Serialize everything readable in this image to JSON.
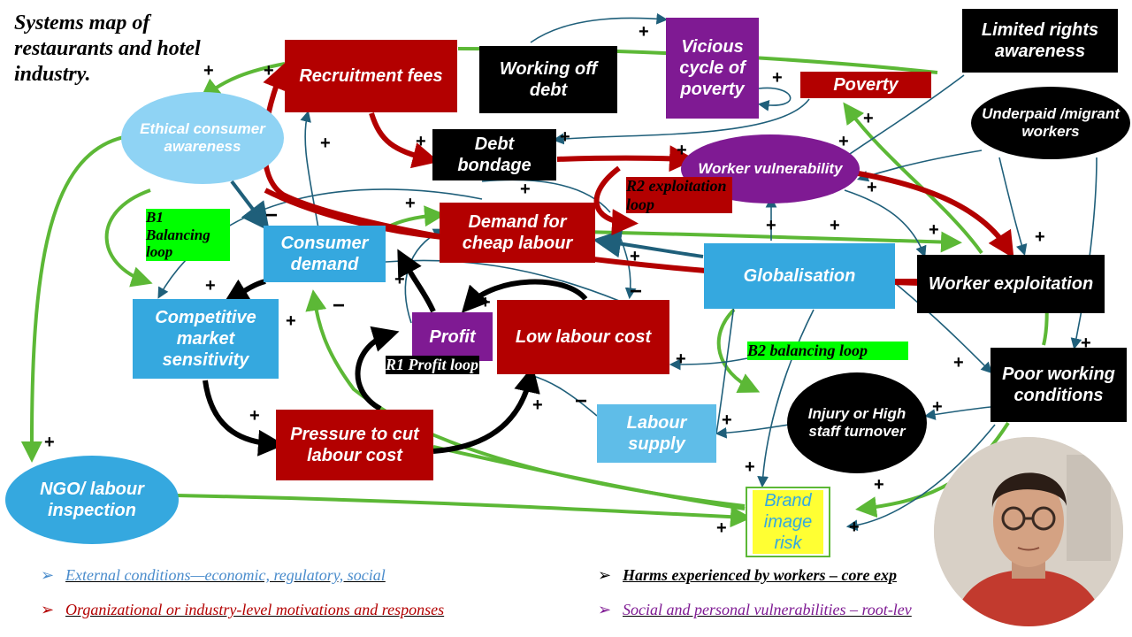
{
  "title": "Systems map of restaurants and hotel industry.",
  "nodes": {
    "recruitment_fees": "Recruitment fees",
    "working_off_debt": "Working off debt",
    "vicious_cycle": "Vicious cycle of poverty",
    "poverty": "Poverty",
    "limited_rights": "Limited rights awareness",
    "underpaid": "Underpaid /migrant workers",
    "ethical_consumer": "Ethical consumer awareness",
    "debt_bondage": "Debt bondage",
    "worker_vulnerability": "Worker vulnerability",
    "demand_cheap_labour": "Demand for cheap labour",
    "consumer_demand": "Consumer demand",
    "globalisation": "Globalisation",
    "worker_exploitation": "Worker exploitation",
    "competitive_market": "Competitive market sensitivity",
    "profit": "Profit",
    "low_labour_cost": "Low labour cost",
    "poor_working": "Poor working conditions",
    "injury": "Injury or High staff turnover",
    "pressure": "Pressure to cut labour cost",
    "labour_supply": "Labour supply",
    "ngo": "NGO/ labour inspection",
    "brand_image": "Brand image risk"
  },
  "loops": {
    "b1": "B1 Balancing loop",
    "r2": "R2 exploitation loop",
    "r1": "R1 Profit loop",
    "b2": "B2 balancing loop"
  },
  "signs": {
    "plus": "+",
    "minus": "−"
  },
  "legend": [
    {
      "bullet": "➢",
      "text": "External conditions—economic, regulatory, social",
      "color": "#4a8ccc"
    },
    {
      "bullet": "➢",
      "text": "Organizational or industry-level motivations and responses",
      "color": "#b30000"
    },
    {
      "bullet": "➢",
      "text": "Harms experienced by workers – core exp",
      "color": "#000000"
    },
    {
      "bullet": "➢",
      "text": "Social and personal vulnerabilities – root-lev",
      "color": "#7f1a93"
    }
  ],
  "colors": {
    "red": "#b30000",
    "black": "#000000",
    "purple": "#7f1a93",
    "cyan": "#35a8df",
    "green_arrow": "#5cb836",
    "teal_arrow": "#1f5f7a",
    "loop_label_bg": "#00ff00",
    "brand_bg": "#ffff33"
  },
  "webcam_icon": "person-webcam-icon"
}
